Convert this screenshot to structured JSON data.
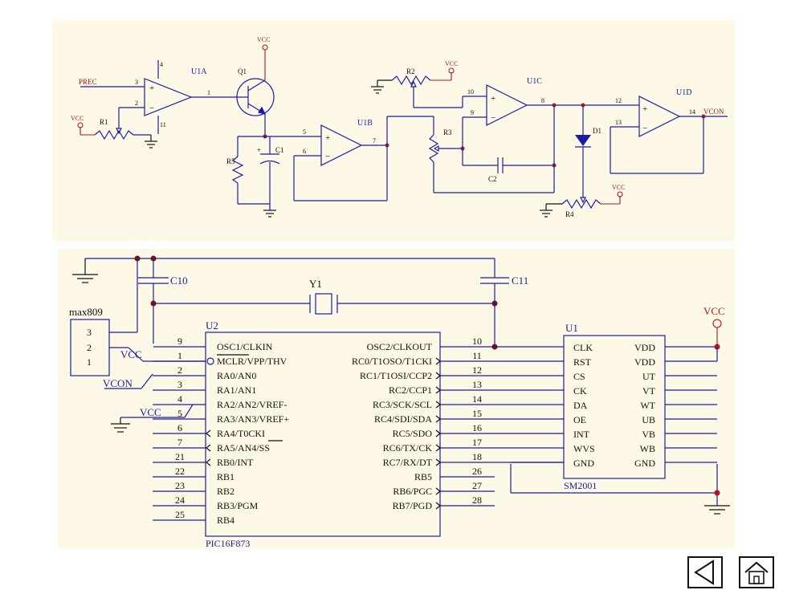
{
  "top": {
    "labels": {
      "u1a": "U1A",
      "u1b": "U1B",
      "u1c": "U1C",
      "u1d": "U1D",
      "q1": "Q1",
      "r1": "R1",
      "r2": "R2",
      "r3": "R3",
      "r4": "R4",
      "r5": "R5",
      "c1": "C1",
      "c2": "C2",
      "d1": "D1",
      "prec": "PREC",
      "vcon": "VCON",
      "vcc": "VCC",
      "p3": "3",
      "p2": "2",
      "p1": "1",
      "p4": "4",
      "p11": "11",
      "p5": "5",
      "p6": "6",
      "p7": "7",
      "p10": "10",
      "p9": "9",
      "p8": "8",
      "p12": "12",
      "p13": "13",
      "p14": "14",
      "plus": "+",
      "minus": "−"
    }
  },
  "bottom": {
    "max809": {
      "name": "max809",
      "pins": [
        "3",
        "2",
        "1"
      ]
    },
    "c10": "C10",
    "c11": "C11",
    "y1": "Y1",
    "vcc_left": "VCC",
    "vcc_mid": "VCC",
    "vcc_right": "VCC",
    "vcon": "VCON",
    "u2": {
      "ref": "U2",
      "part": "PIC16F873",
      "left_pins": [
        {
          "num": "9",
          "name": "OSC1/CLKIN"
        },
        {
          "num": "1",
          "name": "MCLR/VPP/THV"
        },
        {
          "num": "2",
          "name": "RA0/AN0"
        },
        {
          "num": "3",
          "name": "RA1/AN1"
        },
        {
          "num": "4",
          "name": "RA2/AN2/VREF-"
        },
        {
          "num": "5",
          "name": "RA3/AN3/VREF+"
        },
        {
          "num": "6",
          "name": "RA4/T0CKI"
        },
        {
          "num": "7",
          "name": "RA5/AN4/SS"
        },
        {
          "num": "21",
          "name": "RB0/INT"
        },
        {
          "num": "22",
          "name": "RB1"
        },
        {
          "num": "23",
          "name": "RB2"
        },
        {
          "num": "24",
          "name": "RB3/PGM"
        },
        {
          "num": "25",
          "name": "RB4"
        }
      ],
      "right_pins": [
        {
          "num": "10",
          "name": "OSC2/CLKOUT"
        },
        {
          "num": "11",
          "name": "RC0/T1OSO/T1CKI"
        },
        {
          "num": "12",
          "name": "RC1/T1OSI/CCP2"
        },
        {
          "num": "13",
          "name": "RC2/CCP1"
        },
        {
          "num": "14",
          "name": "RC3/SCK/SCL"
        },
        {
          "num": "15",
          "name": "RC4/SDI/SDA"
        },
        {
          "num": "16",
          "name": "RC5/SDO"
        },
        {
          "num": "17",
          "name": "RC6/TX/CK"
        },
        {
          "num": "18",
          "name": "RC7/RX/DT"
        },
        {
          "num": "26",
          "name": "RB5"
        },
        {
          "num": "27",
          "name": "RB6/PGC"
        },
        {
          "num": "28",
          "name": "RB7/PGD"
        }
      ]
    },
    "u1": {
      "ref": "U1",
      "part": "SM2001",
      "left": [
        "CLK",
        "RST",
        "CS",
        "CK",
        "DA",
        "OE",
        "INT",
        "WVS",
        "GND"
      ],
      "right": [
        "VDD",
        "VDD",
        "UT",
        "VT",
        "WT",
        "UB",
        "VB",
        "WB",
        "GND"
      ]
    }
  },
  "nav": {
    "back_icon": "back-triangle-icon",
    "home_icon": "home-icon"
  }
}
